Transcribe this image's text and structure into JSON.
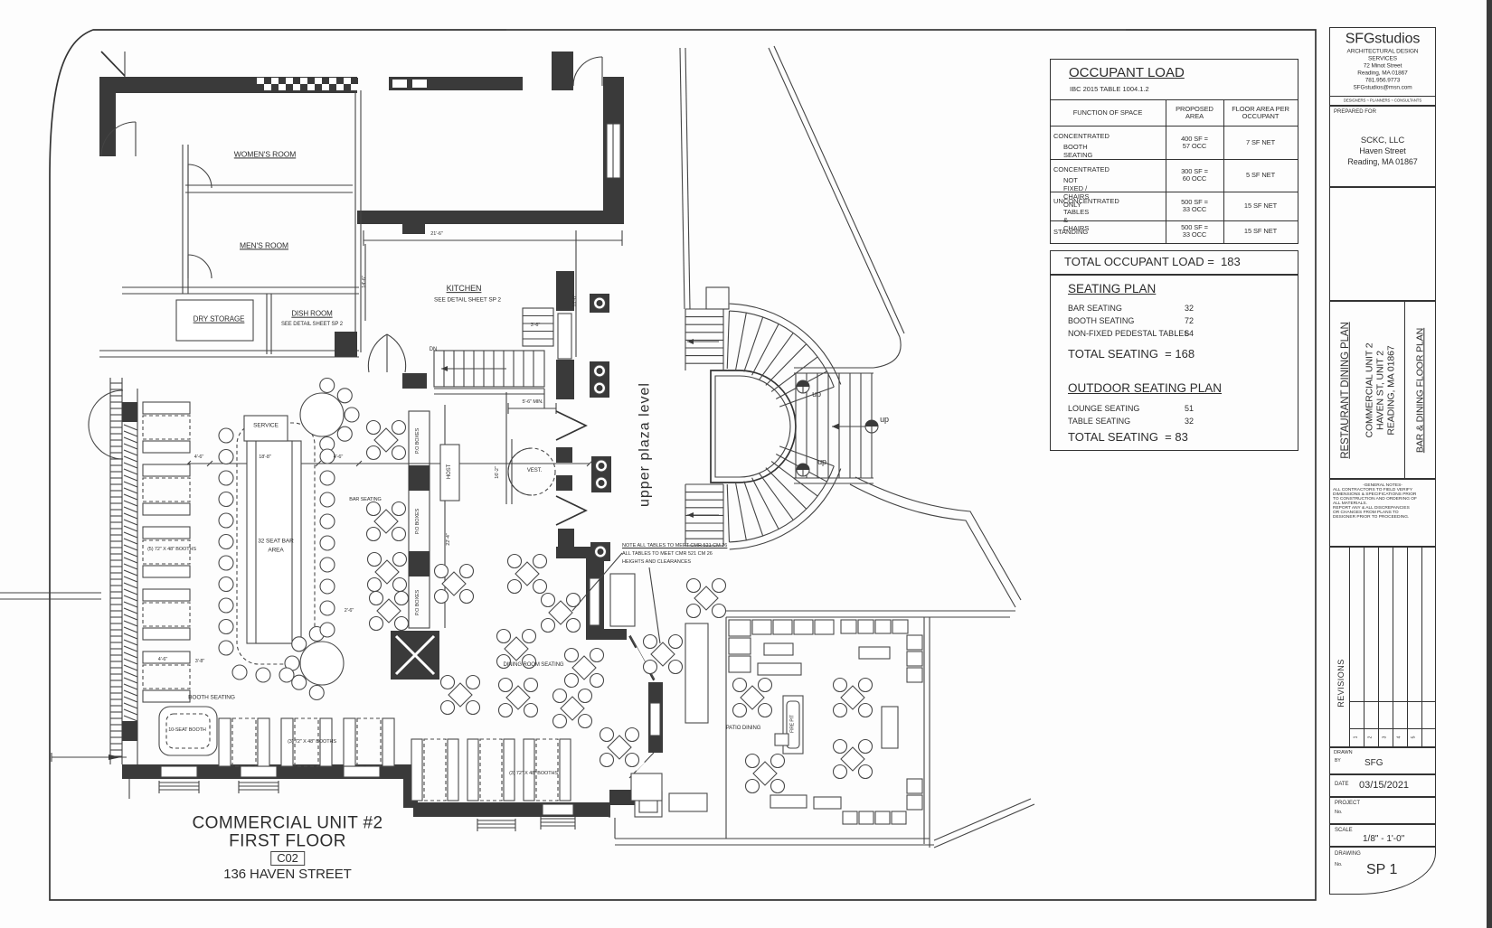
{
  "plan": {
    "labels": {
      "womens_room": "WOMEN'S ROOM",
      "mens_room": "MEN'S ROOM",
      "dry_storage": "DRY STORAGE",
      "dish_room": "DISH ROOM",
      "dish_room_sub": "SEE DETAIL SHEET SP 2",
      "kitchen": "KITCHEN",
      "kitchen_sub": "SEE DETAIL SHEET SP 2",
      "service": "SERVICE",
      "bar_area_1": "32 SEAT BAR",
      "bar_area_2": "AREA",
      "bar_seating": "BAR SEATING",
      "po_boxes": "P.O BOXES",
      "host": "HOST",
      "vest": "VEST.",
      "dn": "DN",
      "upper_plaza": "upper plaza level",
      "up": "up",
      "dining_room": "DINING ROOM SEATING",
      "booth_seating": "BOOTH SEATING",
      "ten_seat_booth": "10-SEAT BOOTH",
      "booths_5": "(5) 72\" X 48\" BOOTHS",
      "booths_3a": "(3) 72\" X 48\" BOOTHS",
      "booths_3b": "(3) 72\" X 48\" BOOTHS",
      "patio_dining": "PATIO DINING",
      "fire_pit": "FIRE PIT"
    },
    "note": [
      "NOTE ALL TABLES TO MEET CMR 521 CM 26",
      "ALL TABLES TO MEET CMR 521 CM 26",
      "HEIGHTS AND CLEARANCES"
    ],
    "dims": [
      "4'-6\"",
      "18'-8\"",
      "4'-6\"",
      "21'-6\"",
      "3'-6\"",
      "5'-6\" MIN.",
      "14'-6\"",
      "18'-6\"",
      "16'-2\"",
      "22'-4\"",
      "2'-6\"",
      "4'-6\"",
      "3'-8\""
    ],
    "title": {
      "line1": "COMMERCIAL UNIT #2",
      "line2": "FIRST FLOOR",
      "code": "C02",
      "line3": "136 HAVEN STREET"
    }
  },
  "occupant": {
    "title": "OCCUPANT LOAD",
    "subtitle": "IBC 2015 TABLE 1004.1.2",
    "h1": "FUNCTION OF SPACE",
    "h2a": "PROPOSED",
    "h2b": "AREA",
    "h3a": "FLOOR AREA PER",
    "h3b": "OCCUPANT",
    "rows": [
      {
        "f1": "CONCENTRATED",
        "f2": "BOOTH SEATING",
        "a1": "400 SF =",
        "a2": "57 OCC",
        "net": "7 SF NET"
      },
      {
        "f1": "CONCENTRATED",
        "f2": "NOT FIXED / CHAIRS ONLY",
        "a1": "300 SF =",
        "a2": "60 OCC",
        "net": "5 SF NET"
      },
      {
        "f1": "UNCONCENTRATED",
        "f2": "TABLES & CHAIRS",
        "a1": "500 SF =",
        "a2": "33 OCC",
        "net": "15 SF NET"
      },
      {
        "f1": "STANDING",
        "f2": "",
        "a1": "500 SF =",
        "a2": "33 OCC",
        "net": "15 SF NET"
      }
    ],
    "total_label": "TOTAL OCCUPANT LOAD =",
    "total_value": "183"
  },
  "seating": {
    "title": "SEATING PLAN",
    "rows": [
      {
        "label": "BAR SEATING",
        "value": "32"
      },
      {
        "label": "BOOTH SEATING",
        "value": "72"
      },
      {
        "label": "NON-FIXED PEDESTAL TABLES",
        "value": "64"
      }
    ],
    "total_label": "TOTAL SEATING",
    "total_eq": "=",
    "total_value": "168"
  },
  "outdoor": {
    "title": "OUTDOOR SEATING PLAN",
    "rows": [
      {
        "label": "LOUNGE SEATING",
        "value": "51"
      },
      {
        "label": "TABLE SEATING",
        "value": "32"
      }
    ],
    "total_label": "TOTAL SEATING",
    "total_eq": "=",
    "total_value": "83"
  },
  "titleblock": {
    "firm": "SFGstudios",
    "firm_lines": [
      "ARCHITECTURAL DESIGN",
      "SERVICES",
      "72 Minot Street",
      "Reading, MA 01867",
      "781.956.9773",
      "SFGstudios@msn.com"
    ],
    "tagline": "DESIGNERS ~ PLANNERS ~ CONSULTANTS",
    "prepared_for": "PREPARED FOR",
    "client": [
      "SCKC, LLC",
      "Haven Street",
      "Reading, MA 01867"
    ],
    "plan_title": "RESTAURANT DINING PLAN",
    "address": [
      "COMMERCIAL UNIT 2",
      "HAVEN ST, UNIT 2",
      "READING, MA 01867"
    ],
    "sheet_title": "BAR & DINING FLOOR PLAN",
    "notes": [
      "-GENERAL NOTES-",
      "ALL CONTRACTORS TO FIELD VERIFY",
      "DIMENSIONS & SPECIFICATIONS PRIOR",
      "TO CONSTRUCTION AND ORDERING OF",
      "ALL MATERIALS.",
      "REPORT ANY & ALL DISCREPANCIES",
      "OR CHANGES FROM PLANS TO",
      "DESIGNER PRIOR TO PROCEEDING."
    ],
    "revisions": "REVISIONS",
    "rev_numbers": [
      "1",
      "2",
      "3",
      "4",
      "5"
    ],
    "drawn_label": "DRAWN",
    "drawn_by": "BY",
    "drawn_value": "SFG",
    "date_label": "DATE",
    "date_value": "03/15/2021",
    "project_label": "PROJECT",
    "project_no": "No.",
    "scale_label": "SCALE",
    "scale_value": "1/8\" - 1'-0\"",
    "drawing_label": "DRAWING",
    "drawing_no": "No.",
    "drawing_value": "SP 1"
  }
}
